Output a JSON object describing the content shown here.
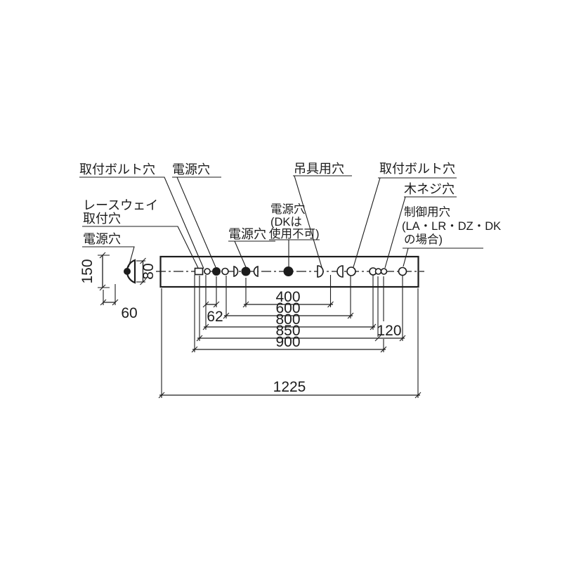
{
  "drawing": {
    "top_labels": {
      "mounting_bolt_left": "取付ボルト穴",
      "power_top": "電源穴",
      "hanging": "吊具用穴",
      "mounting_bolt_right": "取付ボルト穴",
      "wood_screw": "木ネジ穴"
    },
    "left_labels": {
      "raceway_line1": "レースウェイ",
      "raceway_line2": "取付穴",
      "power_left": "電源穴"
    },
    "mid_labels": {
      "power_mid": "電源穴",
      "power_dk_line1": "電源穴",
      "power_dk_line2": "(DKは",
      "power_dk_line3": "使用不可)"
    },
    "right_labels": {
      "control_line1": "制御用穴",
      "control_line2": "(LA・LR・DZ・DK",
      "control_line3": "の場合)"
    },
    "dimensions": {
      "between_hanging_holes": "400",
      "between_bolt_holes": "600",
      "dim_800": "800",
      "dim_850": "850",
      "dim_900": "900",
      "overall_length": "1225",
      "offset_62": "62",
      "offset_120": "120",
      "height_150": "150",
      "height_80": "80",
      "depth_60": "60"
    },
    "colors": {
      "line": "#1c1c1c",
      "background": "#ffffff"
    }
  }
}
